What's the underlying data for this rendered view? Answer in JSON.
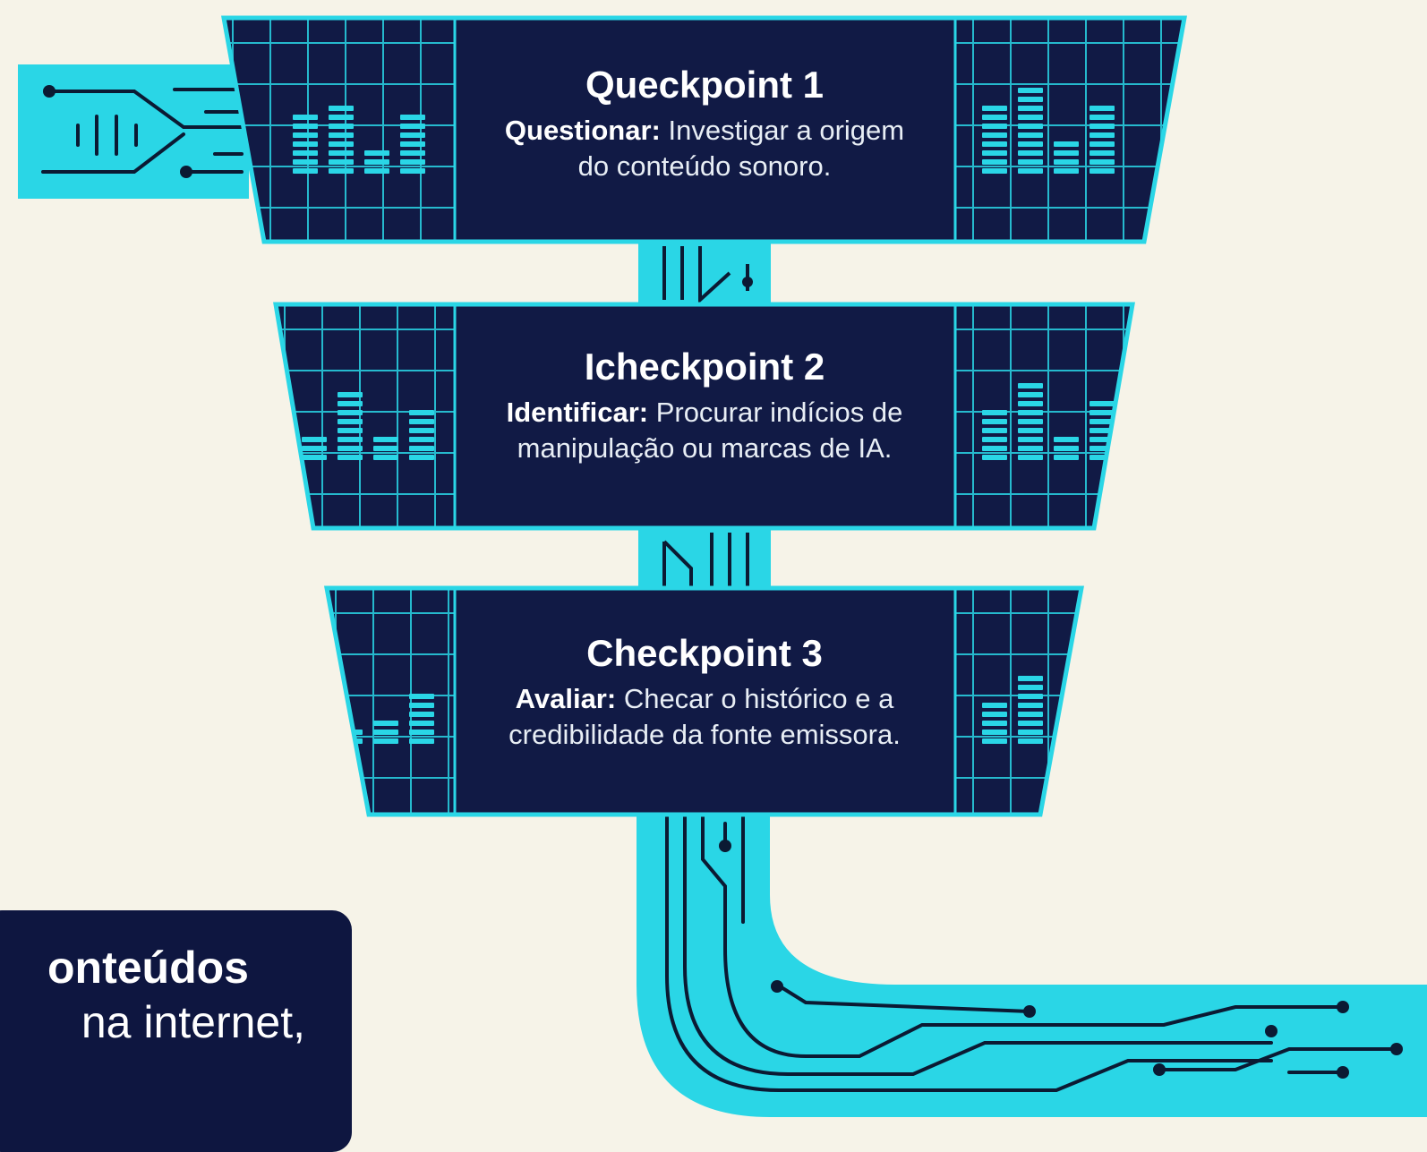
{
  "checkpoints": [
    {
      "title": "Queckpoint 1",
      "bold": "Questionar:",
      "line1_rest": " Investigar a origem",
      "line2": "do conteúdo sonoro."
    },
    {
      "title": "Icheckpoint 2",
      "bold": "Identificar:",
      "line1_rest": " Procurar indícios de",
      "line2": "manipulação ou marcas de IA."
    },
    {
      "title": "Checkpoint 3",
      "bold": "Avaliar:",
      "line1_rest": " Checar o histórico e a",
      "line2": "credibilidade da fonte emissora."
    }
  ],
  "callout": {
    "line1": "onteúdos",
    "line2": "na internet,"
  },
  "colors": {
    "card": "#111a45",
    "cyan": "#2ad6e6",
    "background": "#f6f3e8",
    "trace": "#0b1a33"
  }
}
